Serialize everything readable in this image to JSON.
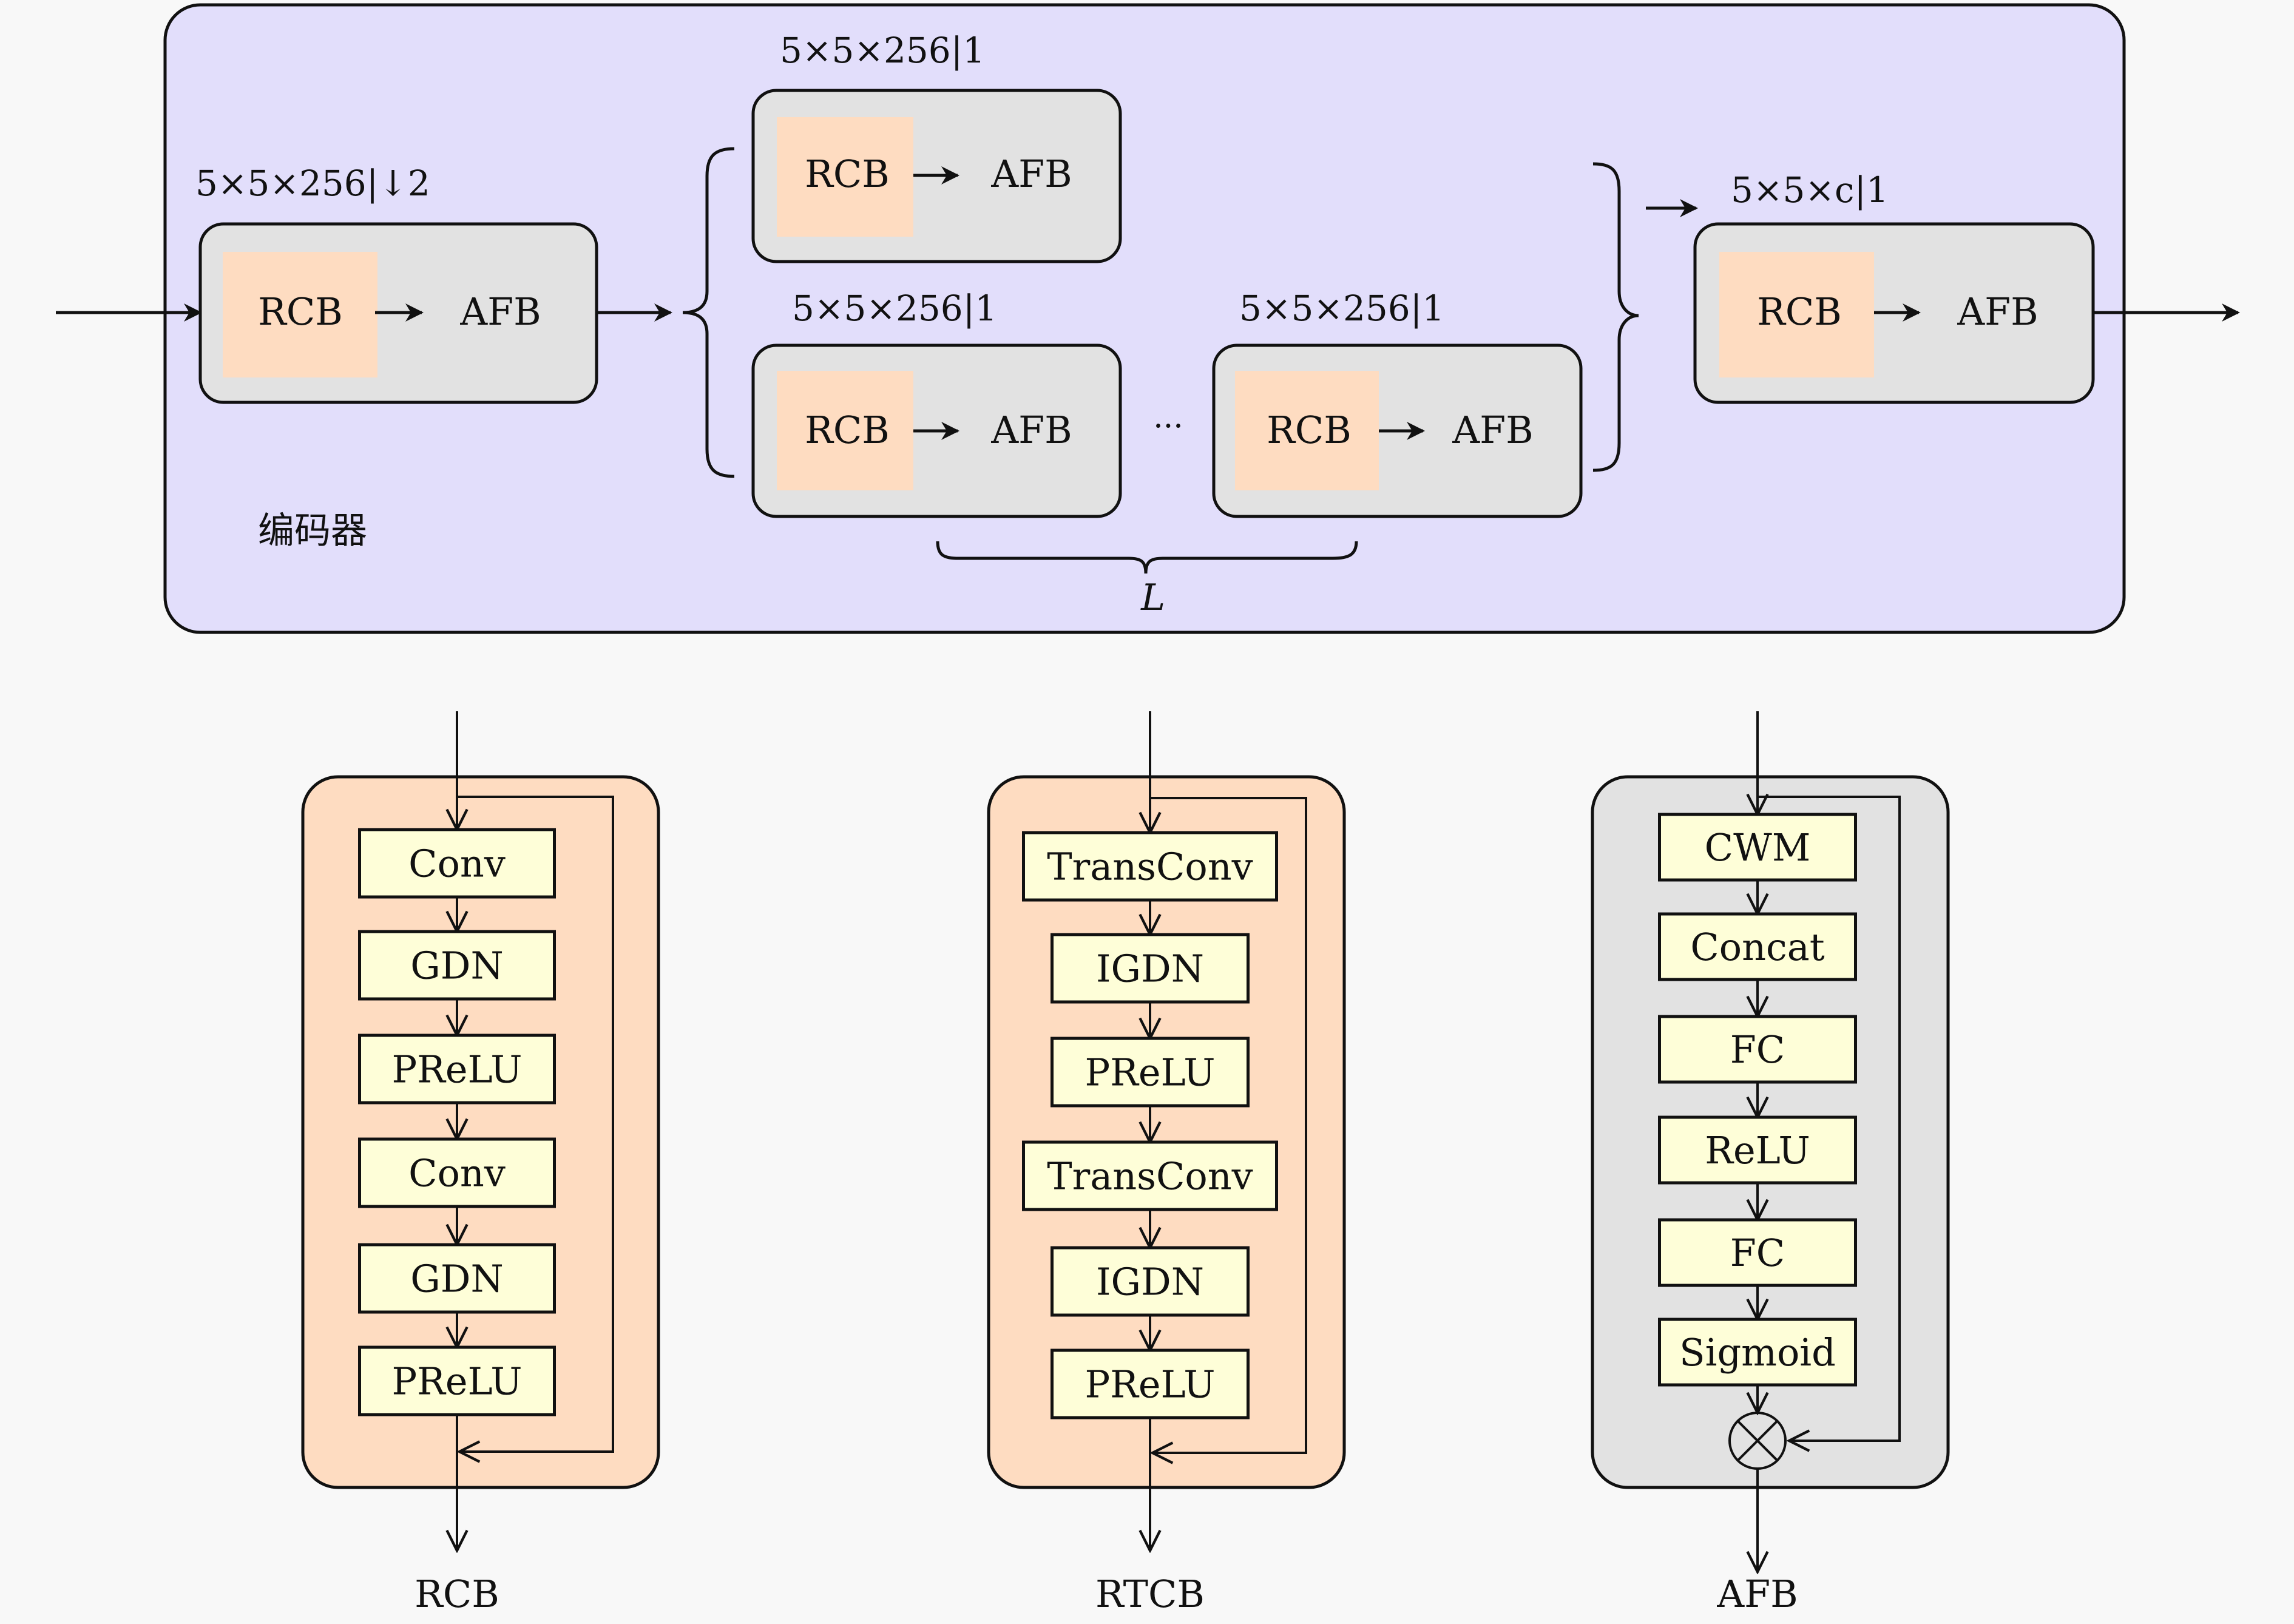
{
  "colors": {
    "background": "#f8f8f8",
    "encoder_fill": "#e2defb",
    "stage_fill": "#e2e2e2",
    "rcb_fill": "#fedcc1",
    "layer_fill": "#fefed8",
    "stroke": "#111111"
  },
  "encoder": {
    "label": "编码器",
    "stage_left_label": "RCB",
    "stage_right_label": "AFB",
    "stages": [
      {
        "dims": "5×5×256|↓2"
      },
      {
        "dims": "5×5×256|1"
      },
      {
        "dims": "5×5×256|1"
      },
      {
        "dims": "5×5×256|1"
      },
      {
        "dims": "5×5×c|1"
      }
    ],
    "ellipsis": "···",
    "repeat_label": "L"
  },
  "modules": [
    {
      "caption": "RCB",
      "layers": [
        "Conv",
        "GDN",
        "PReLU",
        "Conv",
        "GDN",
        "PReLU"
      ]
    },
    {
      "caption": "RTCB",
      "layers": [
        "TransConv",
        "IGDN",
        "PReLU",
        "TransConv",
        "IGDN",
        "PReLU"
      ]
    },
    {
      "caption": "AFB",
      "layers": [
        "CWM",
        "Concat",
        "FC",
        "ReLU",
        "FC",
        "Sigmoid"
      ],
      "merge_op": "multiply"
    }
  ]
}
